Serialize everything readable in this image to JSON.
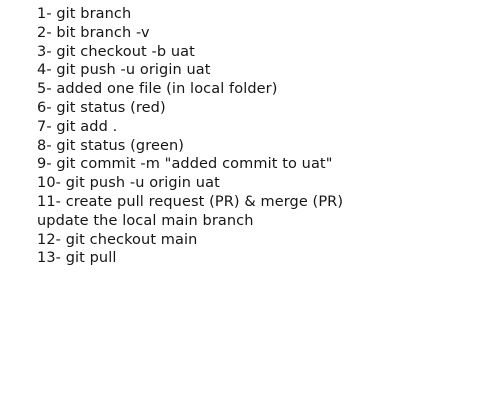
{
  "document": {
    "lines": [
      "1- git branch",
      "2- bit branch -v",
      "3- git checkout -b uat",
      "4- git push -u origin uat",
      "5- added one file (in local folder)",
      "6- git status (red)",
      "7- git add .",
      "8- git status (green)",
      "9- git commit -m \"added commit to uat\"",
      "10- git push -u origin uat",
      "11- create pull request (PR) & merge (PR)",
      "update the local main branch",
      "12- git checkout main",
      "13- git pull"
    ]
  }
}
